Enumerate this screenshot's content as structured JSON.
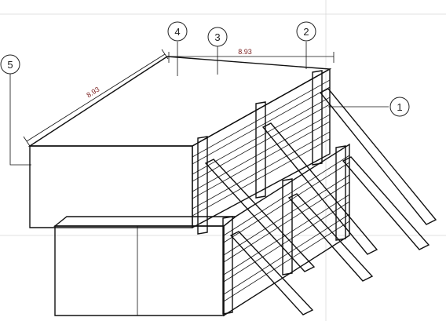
{
  "callouts": {
    "c1": "1",
    "c2": "2",
    "c3": "3",
    "c4": "4",
    "c5": "5"
  },
  "dimensions": {
    "top_edge": "8.93",
    "side_edge": "8.93"
  },
  "colors": {
    "line": "#111111",
    "dimension_text": "#7a1f1f",
    "guide": "#d6d6d6"
  }
}
